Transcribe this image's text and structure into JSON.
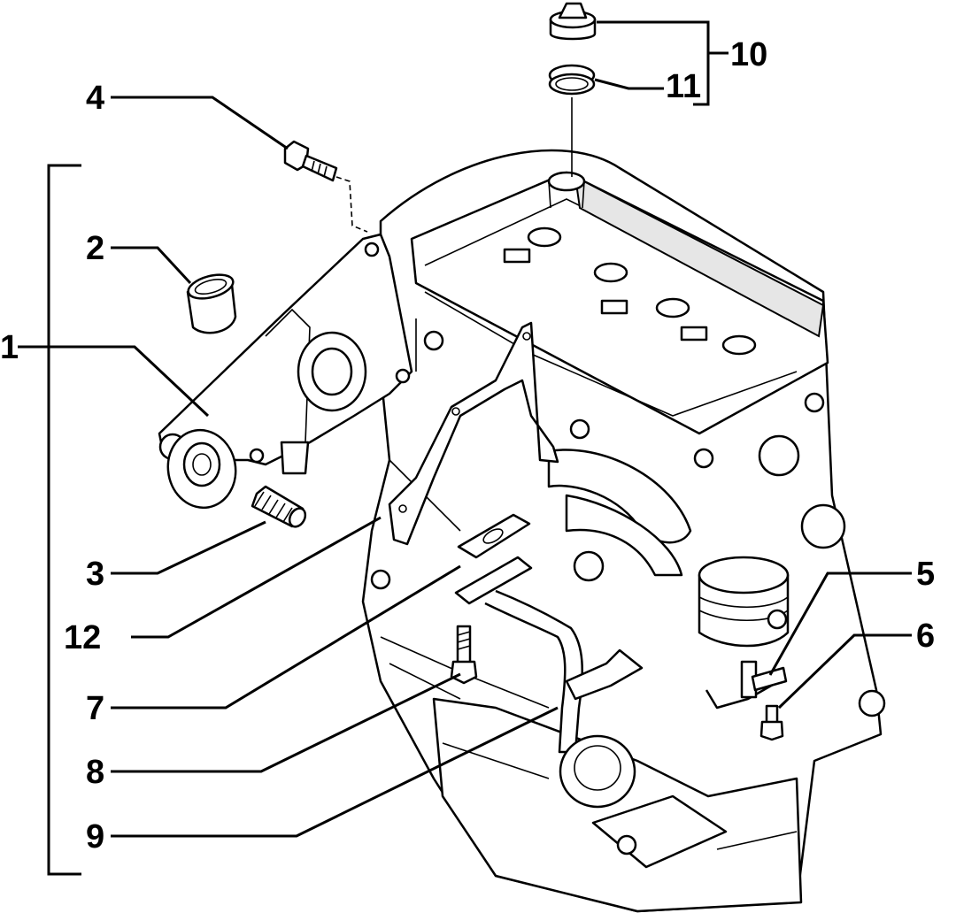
{
  "callouts": {
    "c1": "1",
    "c2": "2",
    "c3": "3",
    "c4": "4",
    "c5": "5",
    "c6": "6",
    "c7": "7",
    "c8": "8",
    "c9": "9",
    "c10": "10",
    "c11": "11",
    "c12": "12"
  }
}
